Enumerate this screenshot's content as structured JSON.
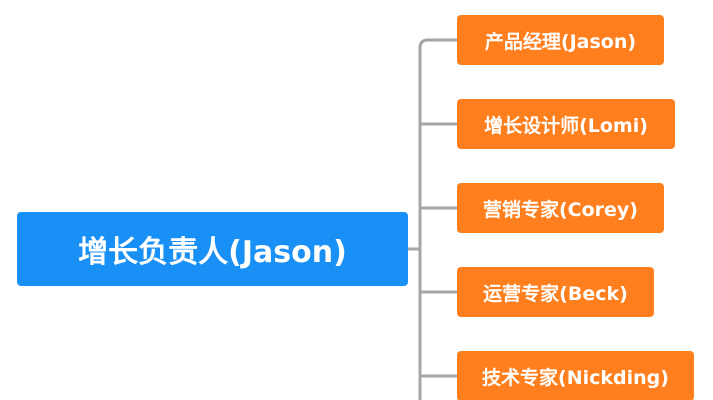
{
  "colors": {
    "root": "#1890f5",
    "child": "#ff7f1e",
    "connector": "#a6a6a6"
  },
  "root": {
    "label": "增长负责人(Jason)"
  },
  "children": [
    {
      "label": "产品经理(Jason)"
    },
    {
      "label": "增长设计师(Lomi)"
    },
    {
      "label": "营销专家(Corey)"
    },
    {
      "label": "运营专家(Beck)"
    },
    {
      "label": "技术专家(Nickding)"
    }
  ]
}
